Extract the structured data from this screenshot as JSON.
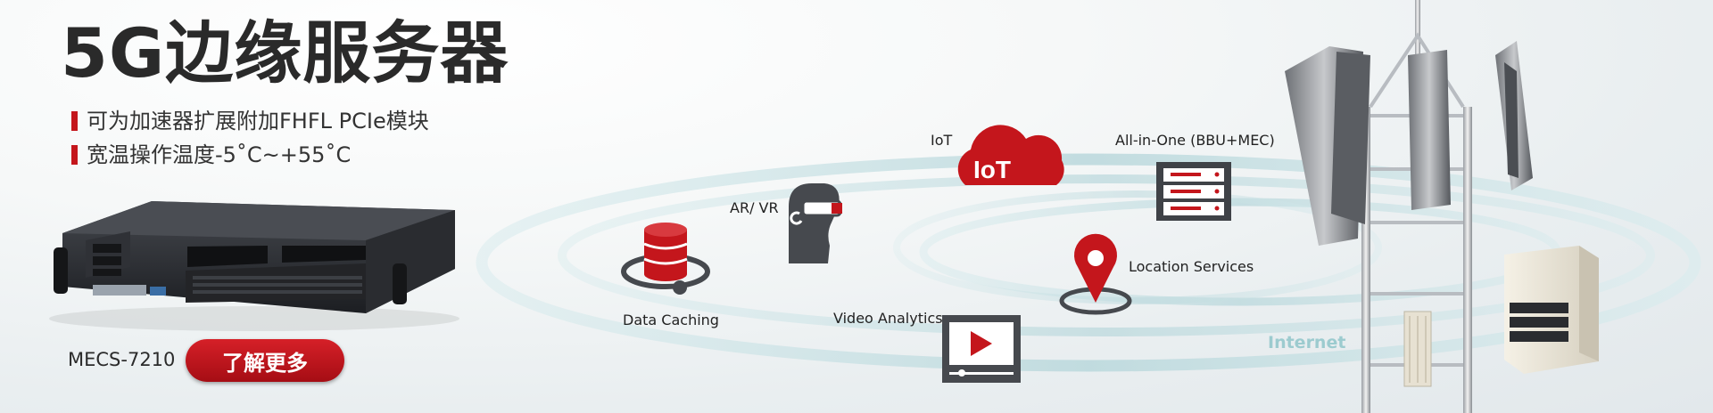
{
  "hero": {
    "title": "5G边缘服务器",
    "features": [
      "可为加速器扩展附加FHFL PCIe模块",
      "宽温操作温度-5˚C~+55˚C"
    ],
    "model": "MECS-7210",
    "cta_label": "了解更多"
  },
  "diagram": {
    "labels": {
      "iot": "IoT",
      "iot_icon_text": "IoT",
      "all_in_one": "All-in-One (BBU+MEC)",
      "ar_vr": "AR/ VR",
      "location": "Location Services",
      "data_caching": "Data Caching",
      "video_analytics": "Video Analytics",
      "internet": "Internet"
    },
    "icons": [
      "cloud-iot-icon",
      "server-rack-icon",
      "vr-headset-icon",
      "map-pin-icon",
      "database-icon",
      "video-play-icon"
    ]
  },
  "colors": {
    "accent": "#c4161c",
    "ring": "#cfe3e6",
    "internet_text": "#9ccbcf",
    "title_text": "#2a2a2a"
  }
}
